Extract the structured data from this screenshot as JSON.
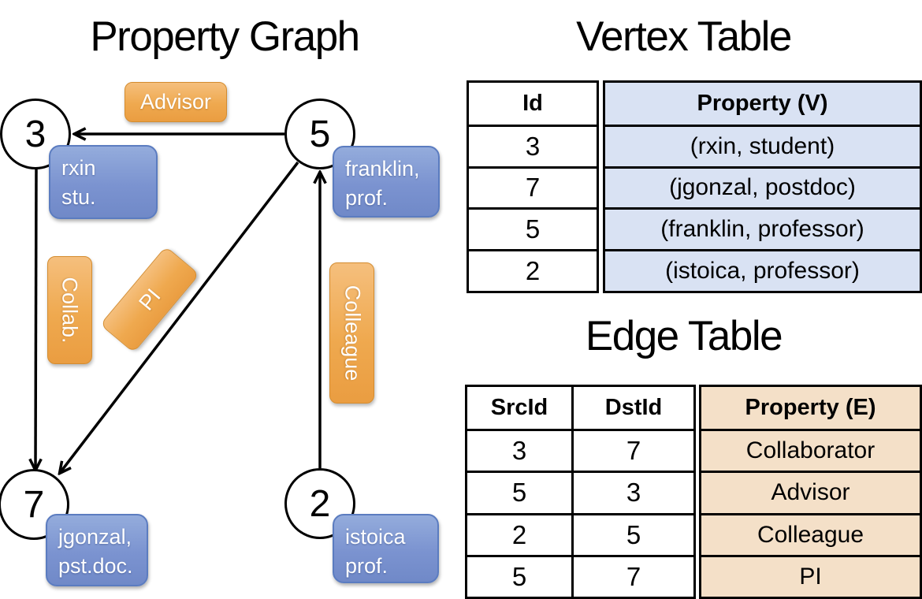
{
  "titles": {
    "property_graph": "Property Graph",
    "vertex_table": "Vertex Table",
    "edge_table": "Edge Table"
  },
  "graph": {
    "nodes": [
      {
        "id": "3"
      },
      {
        "id": "5"
      },
      {
        "id": "7"
      },
      {
        "id": "2"
      }
    ],
    "vertex_labels": [
      {
        "lines": [
          "rxin",
          "stu."
        ]
      },
      {
        "lines": [
          "franklin,",
          "prof."
        ]
      },
      {
        "lines": [
          "jgonzal,",
          "pst.doc."
        ]
      },
      {
        "lines": [
          "istoica",
          "prof."
        ]
      }
    ],
    "edge_labels": [
      {
        "label": "Advisor"
      },
      {
        "label": "Collab."
      },
      {
        "label": "PI"
      },
      {
        "label": "Colleague"
      }
    ]
  },
  "vertex_table": {
    "headers": {
      "id": "Id",
      "property": "Property (V)"
    },
    "rows": [
      {
        "id": "3",
        "property": "(rxin, student)"
      },
      {
        "id": "7",
        "property": "(jgonzal, postdoc)"
      },
      {
        "id": "5",
        "property": "(franklin, professor)"
      },
      {
        "id": "2",
        "property": "(istoica, professor)"
      }
    ]
  },
  "edge_table": {
    "headers": {
      "src": "SrcId",
      "dst": "DstId",
      "property": "Property (E)"
    },
    "rows": [
      {
        "src": "3",
        "dst": "7",
        "property": "Collaborator"
      },
      {
        "src": "5",
        "dst": "3",
        "property": "Advisor"
      },
      {
        "src": "2",
        "dst": "5",
        "property": "Colleague"
      },
      {
        "src": "5",
        "dst": "7",
        "property": "PI"
      }
    ]
  },
  "colors": {
    "edge_label_fill": "#EFA94F",
    "edge_label_border": "#D48C2F",
    "vertex_label_fill": "#7B93D0",
    "vertex_label_border": "#5B7CC0",
    "vertex_table_property_fill": "#D9E2F3",
    "edge_table_property_fill": "#F4E0C8",
    "line_color": "#000000"
  }
}
